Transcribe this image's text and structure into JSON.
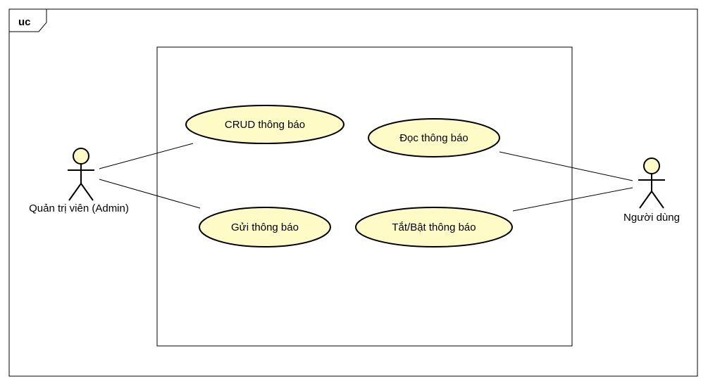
{
  "frame": {
    "label": "uc"
  },
  "actors": {
    "admin": {
      "name": "Quản trị viên (Admin)"
    },
    "user": {
      "name": "Người dùng"
    }
  },
  "usecases": {
    "crud": "CRUD thông báo",
    "send": "Gửi thông báo",
    "read": "Đọc thông báo",
    "toggle": "Tắt/Bật thông báo"
  },
  "colors": {
    "usecase_fill": "#fefbc7",
    "actor_fill": "#fefbc7",
    "stroke": "#000000"
  }
}
